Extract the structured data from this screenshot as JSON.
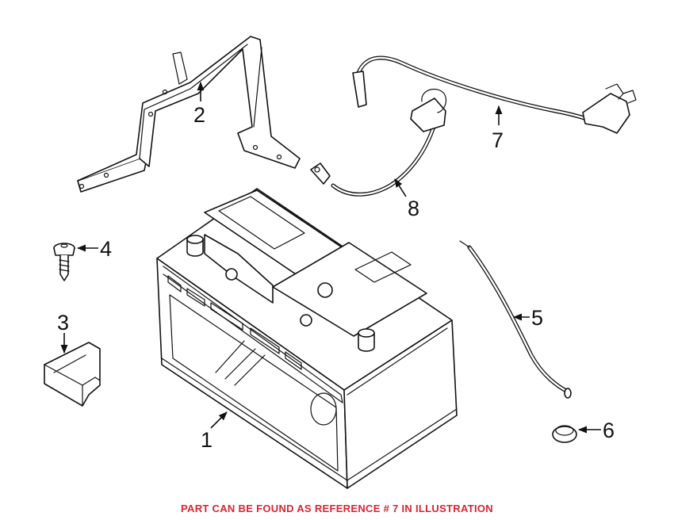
{
  "callouts": {
    "battery": "1",
    "bracket": "2",
    "terminal_cover": "3",
    "screw": "4",
    "vent_hose": "5",
    "grommet": "6",
    "positive_cable": "7",
    "ground_cable": "8"
  },
  "footer": {
    "note": "PART CAN BE FOUND AS REFERENCE # 7 IN ILLUSTRATION",
    "color": "#d7262e"
  }
}
